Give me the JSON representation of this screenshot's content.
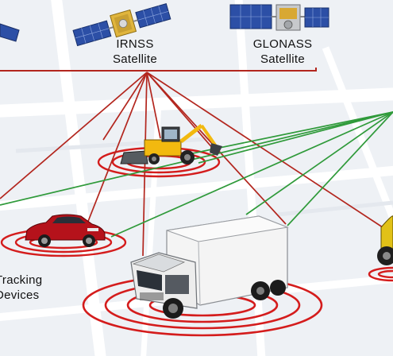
{
  "labels": {
    "irnss": {
      "line1": "IRNSS",
      "line2": "Satellite"
    },
    "glonass": {
      "line1": "GLONASS",
      "line2": "Satellite"
    },
    "devices": {
      "line1": "Tracking",
      "line2": "Devices"
    }
  },
  "colors": {
    "signal_red": "#b3261e",
    "signal_green": "#2f9a3a",
    "ring_red": "#d41c1c",
    "car_red": "#b5121b",
    "excavator_yellow": "#f2b90f",
    "truck_white": "#f4f4f4",
    "solar_panel_blue": "#2c4fa6",
    "map_road": "#ffffff",
    "map_background": "#eef1f5"
  },
  "icons": {
    "irnss_satellite": "satellite-icon",
    "glonass_satellite": "satellite-icon",
    "excavator": "excavator-icon",
    "car": "car-icon",
    "truck": "truck-icon",
    "motorbike": "motorbike-icon"
  }
}
